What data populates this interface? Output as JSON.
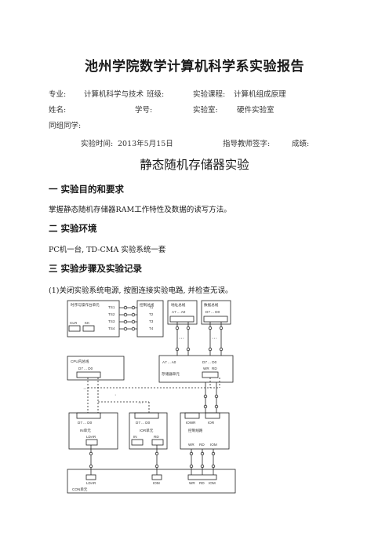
{
  "report": {
    "title": "池州学院数学计算机科学系实验报告",
    "major_label": "专业:",
    "major": "计算机科学与技术",
    "class_label": "班级:",
    "course_label": "实验课程:",
    "course": "计算机组成原理",
    "name_label": "姓名:",
    "id_label": "学号:",
    "room_label": "实验室:",
    "room": "硬件实验室",
    "group_label": "同组同学:",
    "time_label": "实验时间:",
    "time": "2013年5月15日",
    "teacher_label": "指导教师签字:",
    "score_label": "成绩:"
  },
  "experiment_title": "静态随机存储器实验",
  "sections": [
    {
      "heading": "一  实验目的和要求",
      "body": "掌握静态随机存储器RAM工作特性及数据的读写方法。"
    },
    {
      "heading": "二  实验环境",
      "body": "PC机一台, TD-CMA 实验系统一套"
    },
    {
      "heading": "三  实验步骤及实验记录",
      "body": "(1)关闭实验系统电源, 按图连接实验电路, 并检查无误。"
    }
  ],
  "diagram": {
    "timing": {
      "title": "时序与操作台单元",
      "ts": [
        "TS1",
        "TS2",
        "TS3",
        "TS4"
      ],
      "clr": "CLR",
      "kk": "KK"
    },
    "ctrl": {
      "title": "控制总线",
      "t": [
        "T1",
        "T2",
        "T3",
        "T4"
      ]
    },
    "addr": {
      "title": "地址总线",
      "range": "A7 ... A0"
    },
    "data": {
      "title": "数据总线",
      "range": "D7 ... D0"
    },
    "cpu_bus": {
      "title": "CPU内总线",
      "range": "D7 ... D0"
    },
    "mem": {
      "range": "A7 ... A0",
      "d": "D7 ... D0",
      "wr": "WR",
      "rd": "RD",
      "label": "存储器单元"
    },
    "in_unit": {
      "range": "D7 ... D0",
      "title": "IN单元",
      "ldar": "LDAR"
    },
    "ir_unit": {
      "range": "D7 ... D0",
      "title": "IOR单元",
      "in": "IN",
      "rd": "RD"
    },
    "logic": {
      "title": "控制线路",
      "iowr": "IOWR",
      "ior": "IOR",
      "signals": [
        "WR",
        "RD",
        "IOM"
      ]
    },
    "con": {
      "title": "CON单元",
      "ldar": "LDAR",
      "iom": "IOM",
      "signals": [
        "WR",
        "RD",
        "IOM"
      ]
    }
  }
}
